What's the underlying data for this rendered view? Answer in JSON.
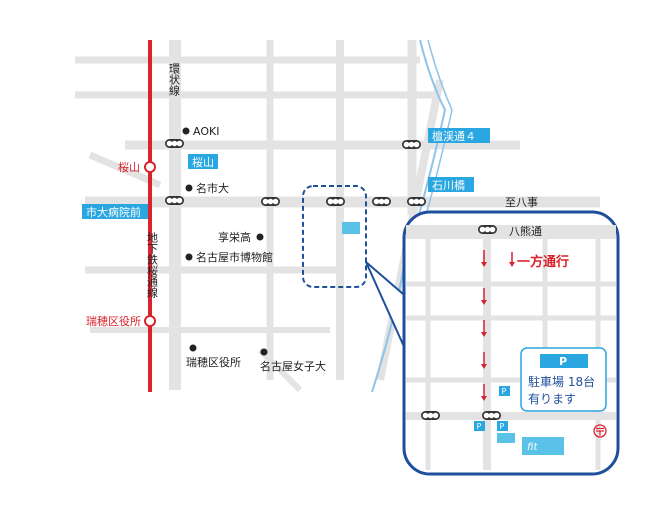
{
  "colors": {
    "road": "#e3e3e3",
    "subway": "#d9232d",
    "tag": "#2aa6e0",
    "highlight": "#1e4f9c",
    "river": "#8fc3e8",
    "destination": "#5bc2e7"
  },
  "roads": {
    "ring_road": "環状線",
    "yagoto_dori": "至八事",
    "yakuma_dori": "八熊通"
  },
  "stations": {
    "sakurayama": "桜山",
    "mizuho_kuyakusho": "瑞穂区役所",
    "subway_line": "地下鉄桜通線"
  },
  "intersections": {
    "sakurayama": "桜山",
    "shidaibyoinmae": "市大病院前",
    "kasumigaoka4": "檀渓通４",
    "ishikawabashi": "石川橋"
  },
  "landmarks": {
    "aoki": "AOKI",
    "meishidai": "名市大",
    "kyoeiko": "享栄高",
    "museum": "名古屋市博物館",
    "ward_office": "瑞穂区役所",
    "girls_univ": "名古屋女子大"
  },
  "inset": {
    "one_way": "一方通行",
    "parking_letter": "P",
    "parking_line1": "駐車場 18台",
    "parking_line2": "有ります",
    "small_p": "P",
    "logo_text": "fit"
  }
}
